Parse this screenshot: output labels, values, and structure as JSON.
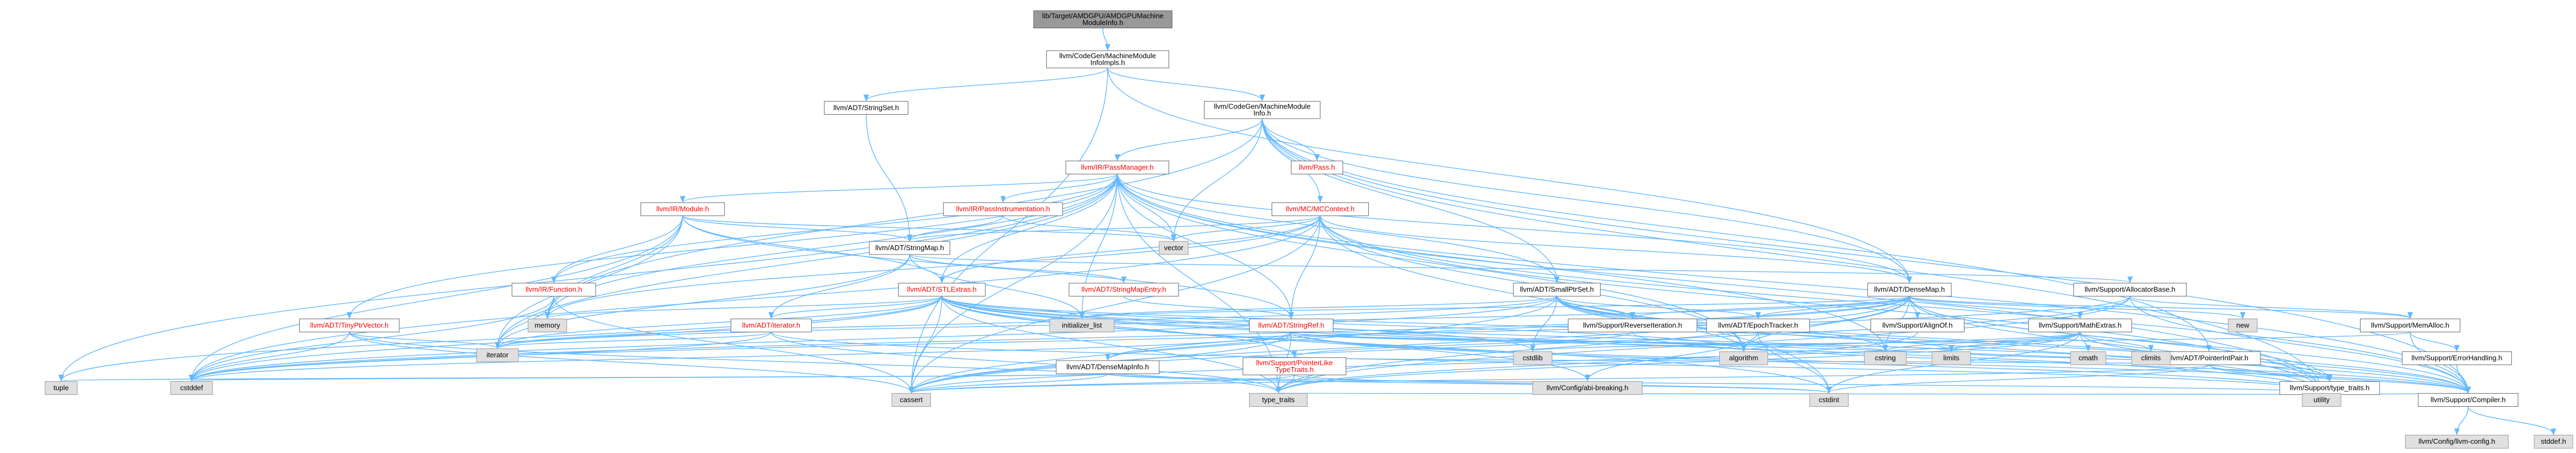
{
  "nodes": {
    "root": {
      "label": [
        "lib/Target/AMDGPU/AMDGPUMachine",
        "ModuleInfo.h"
      ],
      "kind": "root"
    },
    "cgmmii": {
      "label": [
        "llvm/CodeGen/MachineModule",
        "InfoImpls.h"
      ],
      "kind": "normal"
    },
    "stringset": {
      "label": [
        "llvm/ADT/StringSet.h"
      ],
      "kind": "normal"
    },
    "cgmmi": {
      "label": [
        "llvm/CodeGen/MachineModule",
        "Info.h"
      ],
      "kind": "normal"
    },
    "passmanager": {
      "label": [
        "llvm/IR/PassManager.h"
      ],
      "kind": "red"
    },
    "pass": {
      "label": [
        "llvm/Pass.h"
      ],
      "kind": "red"
    },
    "module": {
      "label": [
        "llvm/IR/Module.h"
      ],
      "kind": "red"
    },
    "passinstr": {
      "label": [
        "llvm/IR/PassInstrumentation.h"
      ],
      "kind": "red"
    },
    "mccontext": {
      "label": [
        "llvm/MC/MCContext.h"
      ],
      "kind": "red"
    },
    "vector": {
      "label": [
        "vector"
      ],
      "kind": "ext"
    },
    "stringmap": {
      "label": [
        "llvm/ADT/StringMap.h"
      ],
      "kind": "normal"
    },
    "function": {
      "label": [
        "llvm/IR/Function.h"
      ],
      "kind": "red"
    },
    "stlextras": {
      "label": [
        "llvm/ADT/STLExtras.h"
      ],
      "kind": "red"
    },
    "stringmapentry": {
      "label": [
        "llvm/ADT/StringMapEntry.h"
      ],
      "kind": "red"
    },
    "smallptrset": {
      "label": [
        "llvm/ADT/SmallPtrSet.h"
      ],
      "kind": "normal"
    },
    "densemap": {
      "label": [
        "llvm/ADT/DenseMap.h"
      ],
      "kind": "normal"
    },
    "allocbase": {
      "label": [
        "llvm/Support/AllocatorBase.h"
      ],
      "kind": "normal"
    },
    "tinyptr": {
      "label": [
        "llvm/ADT/TinyPtrVector.h"
      ],
      "kind": "red"
    },
    "memory": {
      "label": [
        "memory"
      ],
      "kind": "ext"
    },
    "iteratorh": {
      "label": [
        "llvm/ADT/iterator.h"
      ],
      "kind": "red"
    },
    "initlist": {
      "label": [
        "initializer_list"
      ],
      "kind": "ext"
    },
    "stringref": {
      "label": [
        "llvm/ADT/StringRef.h"
      ],
      "kind": "red"
    },
    "revit": {
      "label": [
        "llvm/Support/ReverseIteration.h"
      ],
      "kind": "normal"
    },
    "epoch": {
      "label": [
        "llvm/ADT/EpochTracker.h"
      ],
      "kind": "normal"
    },
    "alignof": {
      "label": [
        "llvm/Support/AlignOf.h"
      ],
      "kind": "normal"
    },
    "mathextras": {
      "label": [
        "llvm/Support/MathExtras.h"
      ],
      "kind": "normal"
    },
    "new": {
      "label": [
        "new"
      ],
      "kind": "ext"
    },
    "memalloc": {
      "label": [
        "llvm/Support/MemAlloc.h"
      ],
      "kind": "normal"
    },
    "ptrintpair": {
      "label": [
        "llvm/ADT/PointerIntPair.h"
      ],
      "kind": "normal"
    },
    "iterator": {
      "label": [
        "iterator"
      ],
      "kind": "ext"
    },
    "tuple": {
      "label": [
        "tuple"
      ],
      "kind": "ext"
    },
    "cstddef": {
      "label": [
        "cstddef"
      ],
      "kind": "ext"
    },
    "cassert": {
      "label": [
        "cassert"
      ],
      "kind": "ext"
    },
    "typetraits": {
      "label": [
        "type_traits"
      ],
      "kind": "ext"
    },
    "densemapinfo": {
      "label": [
        "llvm/ADT/DenseMapInfo.h"
      ],
      "kind": "normal"
    },
    "ptrlike": {
      "label": [
        "llvm/Support/PointerLike",
        "TypeTraits.h"
      ],
      "kind": "red"
    },
    "cstdlib": {
      "label": [
        "cstdlib"
      ],
      "kind": "ext"
    },
    "databreak": {
      "label": [
        "llvm/Config/abi-breaking.h"
      ],
      "kind": "ext"
    },
    "algorithm": {
      "label": [
        "algorithm"
      ],
      "kind": "ext"
    },
    "cstring": {
      "label": [
        "cstring"
      ],
      "kind": "ext"
    },
    "limits": {
      "label": [
        "limits"
      ],
      "kind": "ext"
    },
    "cmath": {
      "label": [
        "cmath"
      ],
      "kind": "ext"
    },
    "climits": {
      "label": [
        "climits"
      ],
      "kind": "ext"
    },
    "cstdint": {
      "label": [
        "cstdint"
      ],
      "kind": "ext"
    },
    "errorhandling": {
      "label": [
        "llvm/Support/ErrorHandling.h"
      ],
      "kind": "normal"
    },
    "supptypetraits": {
      "label": [
        "llvm/Support/type_traits.h"
      ],
      "kind": "normal"
    },
    "utility": {
      "label": [
        "utility"
      ],
      "kind": "ext"
    },
    "compiler": {
      "label": [
        "llvm/Support/Compiler.h"
      ],
      "kind": "normal"
    },
    "llvmconfig": {
      "label": [
        "llvm/Config/llvm-config.h"
      ],
      "kind": "ext"
    },
    "stddef": {
      "label": [
        "stddef.h"
      ],
      "kind": "ext"
    }
  },
  "edges": [
    [
      "root",
      "cgmmii"
    ],
    [
      "cgmmii",
      "stringset"
    ],
    [
      "cgmmii",
      "cgmmi"
    ],
    [
      "cgmmii",
      "densemap"
    ],
    [
      "cgmmii",
      "cassert"
    ],
    [
      "stringset",
      "stringmap"
    ],
    [
      "cgmmi",
      "passmanager"
    ],
    [
      "cgmmi",
      "pass"
    ],
    [
      "cgmmi",
      "mccontext"
    ],
    [
      "cgmmi",
      "vector"
    ],
    [
      "cgmmi",
      "densemap"
    ],
    [
      "cgmmi",
      "smallptrset"
    ],
    [
      "cgmmi",
      "ptrintpair"
    ],
    [
      "cgmmi",
      "memory"
    ],
    [
      "cgmmi",
      "utility"
    ],
    [
      "cgmmi",
      "compiler"
    ],
    [
      "passmanager",
      "module"
    ],
    [
      "passmanager",
      "passinstr"
    ],
    [
      "passmanager",
      "function"
    ],
    [
      "passmanager",
      "tinyptr"
    ],
    [
      "passmanager",
      "stringref"
    ],
    [
      "passmanager",
      "smallptrset"
    ],
    [
      "passmanager",
      "stlextras"
    ],
    [
      "passmanager",
      "vector"
    ],
    [
      "passmanager",
      "densemap"
    ],
    [
      "passmanager",
      "memory"
    ],
    [
      "passmanager",
      "cassert"
    ],
    [
      "passmanager",
      "typetraits"
    ],
    [
      "passmanager",
      "cstring"
    ],
    [
      "passmanager",
      "iterator"
    ],
    [
      "passmanager",
      "tuple"
    ],
    [
      "passmanager",
      "utility"
    ],
    [
      "passmanager",
      "compiler"
    ],
    [
      "passmanager",
      "algorithm"
    ],
    [
      "passmanager",
      "initlist"
    ],
    [
      "module",
      "stringmap"
    ],
    [
      "module",
      "function"
    ],
    [
      "module",
      "stlextras"
    ],
    [
      "module",
      "stringref"
    ],
    [
      "module",
      "vector"
    ],
    [
      "module",
      "memory"
    ],
    [
      "module",
      "iterator"
    ],
    [
      "module",
      "cstddef"
    ],
    [
      "passinstr",
      "stringmap"
    ],
    [
      "passinstr",
      "vector"
    ],
    [
      "mccontext",
      "stringmap"
    ],
    [
      "mccontext",
      "stringref"
    ],
    [
      "mccontext",
      "densemap"
    ],
    [
      "mccontext",
      "vector"
    ],
    [
      "mccontext",
      "memory"
    ],
    [
      "mccontext",
      "cassert"
    ],
    [
      "mccontext",
      "cstddef"
    ],
    [
      "mccontext",
      "cstdint"
    ],
    [
      "mccontext",
      "utility"
    ],
    [
      "mccontext",
      "compiler"
    ],
    [
      "mccontext",
      "algorithm"
    ],
    [
      "mccontext",
      "stlextras"
    ],
    [
      "stringmap",
      "stringmapentry"
    ],
    [
      "stringmap",
      "iteratorh"
    ],
    [
      "stringmap",
      "allocbase"
    ],
    [
      "stringmap",
      "initlist"
    ],
    [
      "stringmap",
      "iterator"
    ],
    [
      "function",
      "memory"
    ],
    [
      "function",
      "cstddef"
    ],
    [
      "function",
      "iterator"
    ],
    [
      "function",
      "cassert"
    ],
    [
      "stlextras",
      "iteratorh"
    ],
    [
      "stlextras",
      "initlist"
    ],
    [
      "stlextras",
      "memory"
    ],
    [
      "stlextras",
      "iterator"
    ],
    [
      "stlextras",
      "cstddef"
    ],
    [
      "stlextras",
      "cassert"
    ],
    [
      "stlextras",
      "typetraits"
    ],
    [
      "stlextras",
      "utility"
    ],
    [
      "stlextras",
      "tuple"
    ],
    [
      "stlextras",
      "cstdint"
    ],
    [
      "stlextras",
      "limits"
    ],
    [
      "stlextras",
      "algorithm"
    ],
    [
      "stlextras",
      "cstdlib"
    ],
    [
      "stlextras",
      "ptrlike"
    ],
    [
      "stlextras",
      "databreak"
    ],
    [
      "stlextras",
      "supptypetraits"
    ],
    [
      "stlextras",
      "compiler"
    ],
    [
      "stringmapentry",
      "stringref"
    ],
    [
      "smallptrset",
      "revit"
    ],
    [
      "smallptrset",
      "epoch"
    ],
    [
      "smallptrset",
      "compiler"
    ],
    [
      "smallptrset",
      "supptypetraits"
    ],
    [
      "smallptrset",
      "cassert"
    ],
    [
      "smallptrset",
      "initlist"
    ],
    [
      "smallptrset",
      "iterator"
    ],
    [
      "smallptrset",
      "cstddef"
    ],
    [
      "smallptrset",
      "cstring"
    ],
    [
      "smallptrset",
      "cstdlib"
    ],
    [
      "smallptrset",
      "utility"
    ],
    [
      "smallptrset",
      "algorithm"
    ],
    [
      "densemap",
      "densemapinfo"
    ],
    [
      "densemap",
      "epoch"
    ],
    [
      "densemap",
      "alignof"
    ],
    [
      "densemap",
      "compiler"
    ],
    [
      "densemap",
      "mathextras"
    ],
    [
      "densemap",
      "memalloc"
    ],
    [
      "densemap",
      "revit"
    ],
    [
      "densemap",
      "supptypetraits"
    ],
    [
      "densemap",
      "algorithm"
    ],
    [
      "densemap",
      "cassert"
    ],
    [
      "densemap",
      "cstddef"
    ],
    [
      "densemap",
      "cstring"
    ],
    [
      "densemap",
      "initlist"
    ],
    [
      "densemap",
      "iterator"
    ],
    [
      "densemap",
      "new"
    ],
    [
      "densemap",
      "typetraits"
    ],
    [
      "densemap",
      "utility"
    ],
    [
      "allocbase",
      "compiler"
    ],
    [
      "allocbase",
      "memalloc"
    ],
    [
      "allocbase",
      "cassert"
    ],
    [
      "allocbase",
      "cstddef"
    ],
    [
      "allocbase",
      "typetraits"
    ],
    [
      "tinyptr",
      "iterator"
    ],
    [
      "tinyptr",
      "cassert"
    ],
    [
      "tinyptr",
      "cstddef"
    ],
    [
      "tinyptr",
      "typetraits"
    ],
    [
      "iteratorh",
      "iterator"
    ],
    [
      "iteratorh",
      "cstddef"
    ],
    [
      "iteratorh",
      "typetraits"
    ],
    [
      "iteratorh",
      "utility"
    ],
    [
      "stringref",
      "densemapinfo"
    ],
    [
      "stringref",
      "compiler"
    ],
    [
      "stringref",
      "algorithm"
    ],
    [
      "stringref",
      "cassert"
    ],
    [
      "stringref",
      "cstddef"
    ],
    [
      "stringref",
      "cstring"
    ],
    [
      "stringref",
      "limits"
    ],
    [
      "stringref",
      "typetraits"
    ],
    [
      "stringref",
      "utility"
    ],
    [
      "revit",
      "ptrlike"
    ],
    [
      "revit",
      "compiler"
    ],
    [
      "epoch",
      "databreak"
    ],
    [
      "epoch",
      "cstdint"
    ],
    [
      "alignof",
      "typetraits"
    ],
    [
      "mathextras",
      "compiler"
    ],
    [
      "mathextras",
      "algorithm"
    ],
    [
      "mathextras",
      "cassert"
    ],
    [
      "mathextras",
      "climits"
    ],
    [
      "mathextras",
      "cmath"
    ],
    [
      "mathextras",
      "cstdint"
    ],
    [
      "mathextras",
      "cstring"
    ],
    [
      "mathextras",
      "limits"
    ],
    [
      "mathextras",
      "typetraits"
    ],
    [
      "memalloc",
      "compiler"
    ],
    [
      "memalloc",
      "errorhandling"
    ],
    [
      "memalloc",
      "cstdlib"
    ],
    [
      "ptrintpair",
      "compiler"
    ],
    [
      "ptrintpair",
      "ptrlike"
    ],
    [
      "ptrintpair",
      "supptypetraits"
    ],
    [
      "ptrintpair",
      "cassert"
    ],
    [
      "ptrintpair",
      "cstdint"
    ],
    [
      "ptrintpair",
      "limits"
    ],
    [
      "densemapinfo",
      "cassert"
    ],
    [
      "densemapinfo",
      "cstddef"
    ],
    [
      "densemapinfo",
      "cstdint"
    ],
    [
      "densemapinfo",
      "tuple"
    ],
    [
      "densemapinfo",
      "utility"
    ],
    [
      "ptrlike",
      "cassert"
    ],
    [
      "ptrlike",
      "cstdint"
    ],
    [
      "ptrlike",
      "typetraits"
    ],
    [
      "errorhandling",
      "compiler"
    ],
    [
      "supptypetraits",
      "compiler"
    ],
    [
      "supptypetraits",
      "typetraits"
    ],
    [
      "supptypetraits",
      "utility"
    ],
    [
      "compiler",
      "llvmconfig"
    ],
    [
      "compiler",
      "stddef"
    ]
  ],
  "colors": {
    "edge": "#63b8ff",
    "node_border": "#666666",
    "node_fill": "#ffffff",
    "root_fill": "#999999",
    "ext_fill": "#e0e0e0",
    "ext_border": "#999999",
    "red_text": "#ff0000",
    "normal_text": "#000000"
  }
}
